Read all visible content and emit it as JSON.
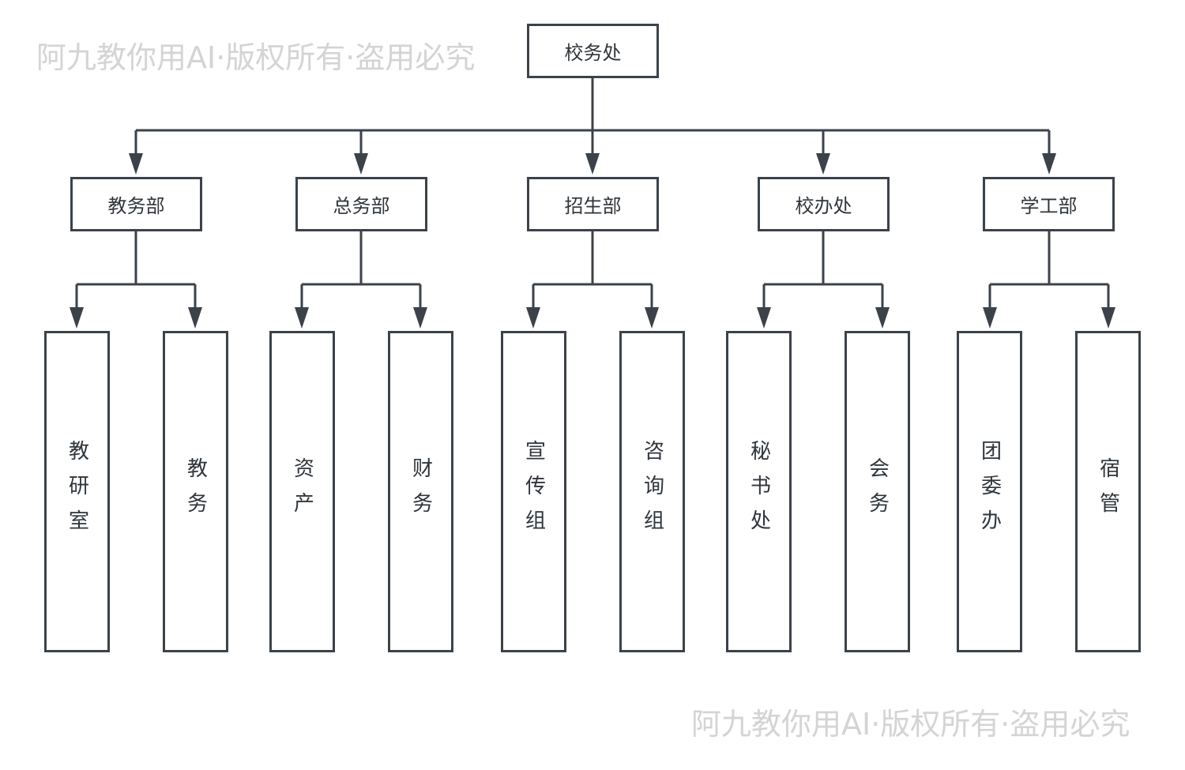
{
  "watermark": "阿九教你用AI·版权所有·盗用必究",
  "root": {
    "label": "校务处"
  },
  "departments": [
    {
      "label": "教务部",
      "children": [
        "教研室",
        "教务"
      ]
    },
    {
      "label": "总务部",
      "children": [
        "资产",
        "财务"
      ]
    },
    {
      "label": "招生部",
      "children": [
        "宣传组",
        "咨询组"
      ]
    },
    {
      "label": "校办处",
      "children": [
        "秘书处",
        "会务"
      ]
    },
    {
      "label": "学工部",
      "children": [
        "团委办",
        "宿管"
      ]
    }
  ],
  "colors": {
    "line": "#3b424a",
    "text": "#2f353b",
    "watermark": "#d4d4d4"
  }
}
